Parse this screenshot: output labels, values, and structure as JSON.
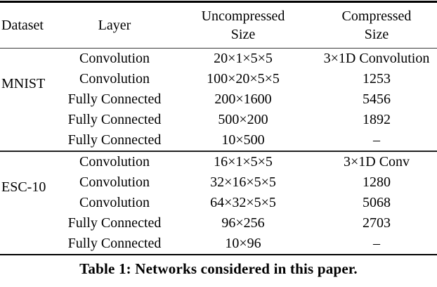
{
  "table": {
    "headers": [
      "Dataset",
      "Layer",
      "Uncompressed\nSize",
      "Compressed\nSize"
    ],
    "sections": [
      {
        "dataset": "MNIST",
        "rows": [
          [
            "Convolution",
            "20×1×5×5",
            "3×1D Convolution"
          ],
          [
            "Convolution",
            "100×20×5×5",
            "1253"
          ],
          [
            "Fully Connected",
            "200×1600",
            "5456"
          ],
          [
            "Fully Connected",
            "500×200",
            "1892"
          ],
          [
            "Fully Connected",
            "10×500",
            "–"
          ]
        ]
      },
      {
        "dataset": "ESC-10",
        "rows": [
          [
            "Convolution",
            "16×1×5×5",
            "3×1D Conv"
          ],
          [
            "Convolution",
            "32×16×5×5",
            "1280"
          ],
          [
            "Convolution",
            "64×32×5×5",
            "5068"
          ],
          [
            "Fully Connected",
            "96×256",
            "2703"
          ],
          [
            "Fully Connected",
            "10×96",
            "–"
          ]
        ]
      }
    ]
  },
  "caption": "Table 1: Networks considered in this paper.",
  "colors": {
    "text": "#000000",
    "rule_heavy": "#000000",
    "rule_light": "#3a3a3a",
    "background": "#ffffff"
  }
}
